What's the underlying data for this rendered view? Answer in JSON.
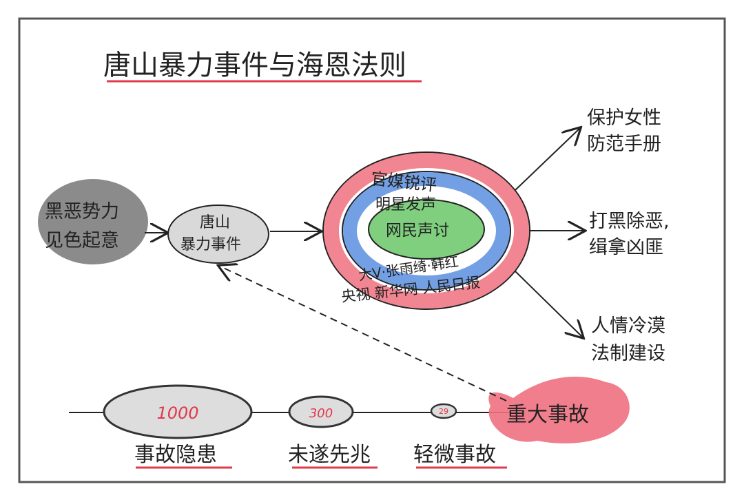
{
  "title": "唐山暴力事件与海恩法则",
  "cause": [
    "黑恶势力",
    "见色起意"
  ],
  "event": [
    "唐山",
    "暴力事件"
  ],
  "rings": {
    "outer_top": "官媒锐评",
    "outer_bottom": "央视  新华网  人民日报",
    "middle_top": "明星发声",
    "middle_bottom": "大V·张雨绮·韩红",
    "inner": "网民声讨"
  },
  "outcomes": [
    [
      "保护女性",
      "防范手册"
    ],
    [
      "打黑除恶,",
      "缉拿凶匪"
    ],
    [
      "人情冷漠",
      "法制建设"
    ]
  ],
  "heinrich": {
    "stones": [
      {
        "value": "1000",
        "label": "事故隐患"
      },
      {
        "value": "300",
        "label": "未遂先兆"
      },
      {
        "value": "29",
        "label": "轻微事故"
      }
    ],
    "major": "重大事故"
  },
  "colors": {
    "red": "#f0707f",
    "blue": "#5b8fe0",
    "green": "#7fcf7f",
    "gray": "#888888",
    "frame": "#555555"
  }
}
